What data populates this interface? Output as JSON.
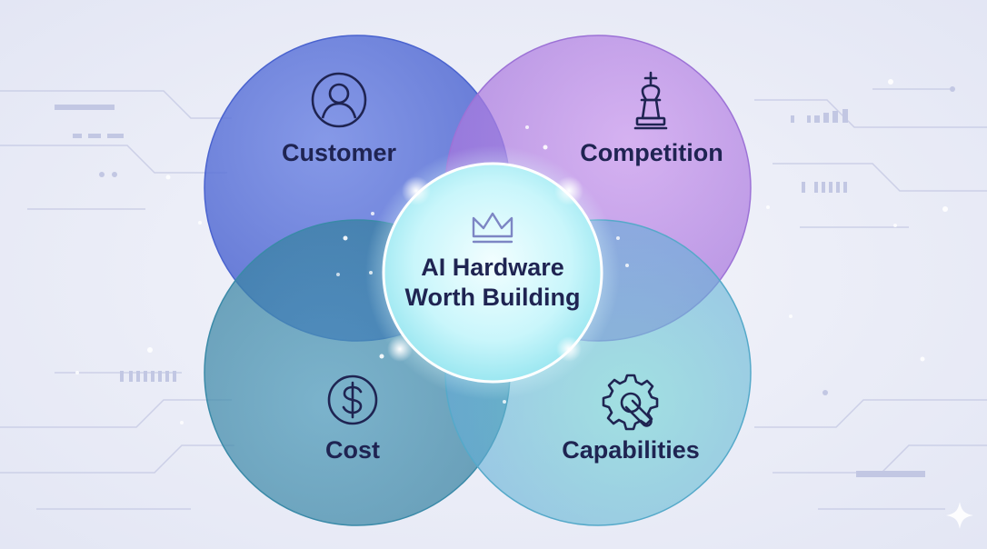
{
  "center": {
    "line1": "AI Hardware",
    "line2": "Worth Building",
    "icon": "crown-icon"
  },
  "quadrants": {
    "customer": {
      "label": "Customer",
      "icon": "person-icon",
      "color": "#5670d6"
    },
    "competition": {
      "label": "Competition",
      "icon": "chess-king-icon",
      "color": "#b77ee0"
    },
    "cost": {
      "label": "Cost",
      "icon": "dollar-coin-icon",
      "color": "#3f8fab"
    },
    "capabilities": {
      "label": "Capabilities",
      "icon": "gear-wrench-icon",
      "color": "#4fc0c4"
    }
  },
  "colors": {
    "background": "#eef0f8",
    "text": "#1f2452",
    "center_glow": "#d9fbff"
  }
}
